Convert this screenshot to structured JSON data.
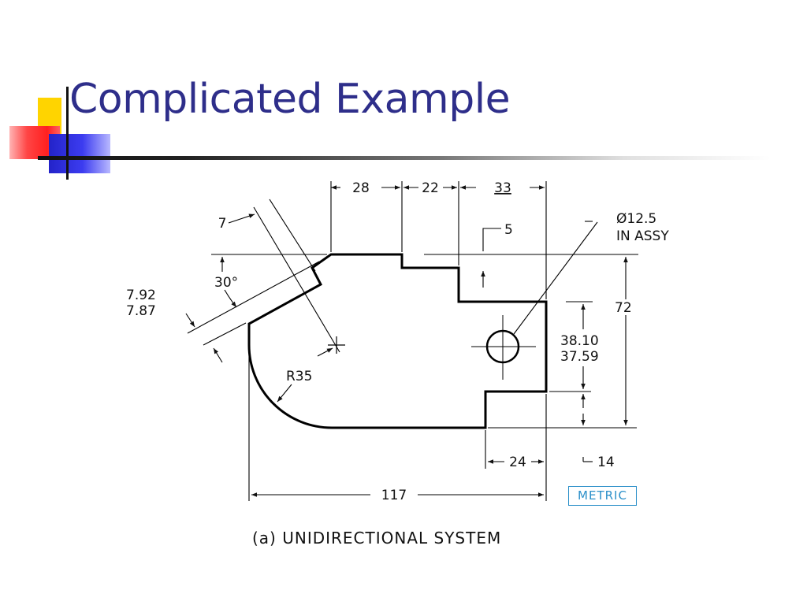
{
  "slide": {
    "title": "Complicated Example"
  },
  "drawing": {
    "dimensions": {
      "d28": "28",
      "d22": "22",
      "d33": "33",
      "d7": "7",
      "d5": "5",
      "hole_dia": "Ø12.5",
      "hole_note": "IN ASSY",
      "angle": "30°",
      "tol_upper": "7.92",
      "tol_lower": "7.87",
      "d72": "72",
      "tol2_upper": "38.10",
      "tol2_lower": "37.59",
      "radius": "R35",
      "d24": "24",
      "d14": "14",
      "d117": "117"
    },
    "caption": "(a)  UNIDIRECTIONAL  SYSTEM",
    "badge": "METRIC"
  }
}
